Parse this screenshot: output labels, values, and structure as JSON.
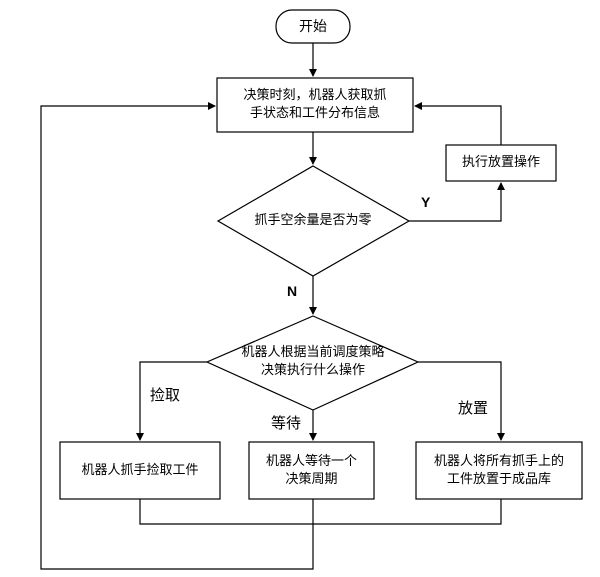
{
  "flowchart": {
    "start": "开始",
    "observe": "决策时刻，机器人获取抓\n手状态和工件分布信息",
    "decision_empty": "抓手空余量是否为零",
    "place_action": "执行放置操作",
    "decision_strategy": "机器人根据当前调度策略\n决策执行什么操作",
    "pick_action": "机器人抓手捡取工件",
    "wait_action": "机器人等待一个\n决策周期",
    "place_all_action": "机器人将所有抓手上的\n工件放置于成品库",
    "label_yes": "Y",
    "label_no": "N",
    "label_pick": "捡取",
    "label_wait": "等待",
    "label_place": "放置"
  }
}
